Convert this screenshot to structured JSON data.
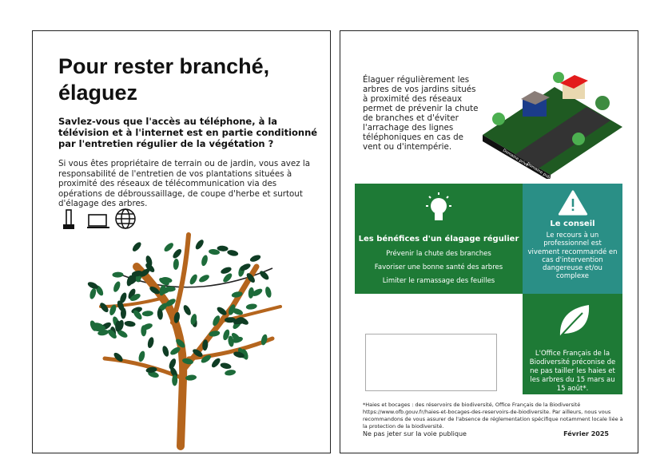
{
  "left": {
    "title_line1": "Pour rester branché,",
    "title_line2": "élaguez",
    "lead": "Savlez-vous que l'accès au téléphone, à la télévision et à l'internet est en partie conditionné par l'entretien régulier de la végétation ?",
    "body": "Si vous êtes propriétaire de terrain ou de jardin, vous avez la responsabilité de l'entretien de vos plantations situées à proximité des réseaux de télécommunication via des opérations de débroussaillage, de coupe d'herbe et surtout d'élagage des arbres.",
    "icons": [
      "phone-icon",
      "tv-icon",
      "globe-icon"
    ]
  },
  "right": {
    "intro": "Élaguer régulièrement les arbres de vos jardins situés à proximité des réseaux permet de prévenir la chute de branches et d'éviter l'arrachage des lignes téléphoniques en cas de vent ou d'intempérie.",
    "illustration_labels": [
      "Domaine privé",
      "Domaine public"
    ],
    "benefits": {
      "title": "Les bénéfices d'un élagage régulier",
      "items": [
        "Prévenir la chute des branches",
        "Favoriser une bonne santé des arbres",
        "Limiter le ramassage des feuilles"
      ]
    },
    "advice": {
      "title": "Le conseil",
      "text": "Le recours à un professionnel est vivement recommandé en cas d'intervention dangereuse et/ou complexe"
    },
    "ofb": {
      "text": "L'Office Français de la Biodiversité préconise de ne pas tailler les haies et les arbres du 15 mars au 15 août*."
    },
    "footnote": "*Haies et bocages : des réservoirs de biodiversité, Office Français de la Biodiversité https://www.ofb.gouv.fr/haies-et-bocages-des-reservoirs-de-biodiversite. Par ailleurs, nous vous recommandons de vous assurer de l'absence de réglementation spécifique notamment locale liée à la protection de la biodiversité.",
    "footer_left": "Ne pas jeter sur la voie publique",
    "footer_right": "Février 2025"
  },
  "colors": {
    "green": "#1e7a36",
    "teal": "#2a8f86"
  }
}
